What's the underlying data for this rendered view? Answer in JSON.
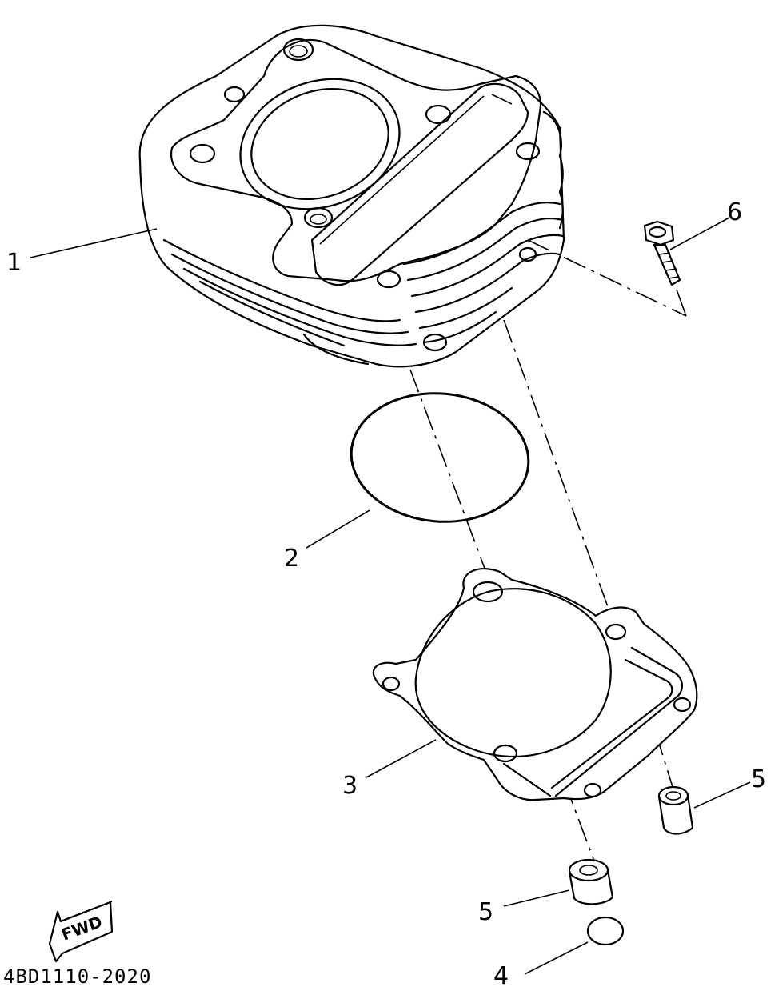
{
  "callouts": [
    {
      "id": "1",
      "text": "1"
    },
    {
      "id": "2",
      "text": "2"
    },
    {
      "id": "3",
      "text": "3"
    },
    {
      "id": "4",
      "text": "4"
    },
    {
      "id": "5a",
      "text": "5"
    },
    {
      "id": "5b",
      "text": "5"
    },
    {
      "id": "6",
      "text": "6"
    }
  ],
  "fwd_label": "FWD",
  "diagram_code": "4BD1110-2020",
  "colors": {
    "ink": "#000000",
    "paper": "#ffffff"
  }
}
